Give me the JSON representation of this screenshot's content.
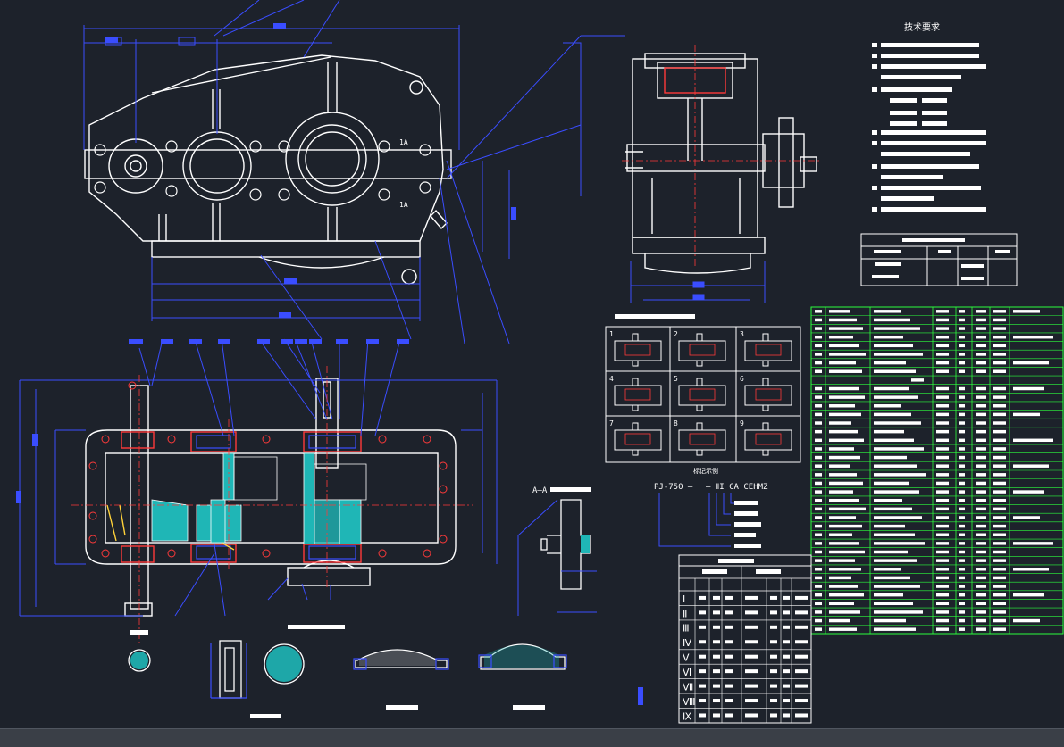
{
  "colors": {
    "background": "#1d222b",
    "outline": "#ffffff",
    "dimension": "#3a4dff",
    "table_grid": "#2cff3c",
    "table_text": "#ffffff",
    "section_fill": "#1fb6b6",
    "hidden_line": "#ffd23a",
    "bearing": "#ff3a3a",
    "statusbar": "#3a3f47"
  },
  "views": {
    "section_label": "A—A",
    "label_1A_top": "1A",
    "label_1A_bottom": "1A"
  },
  "notes": {
    "title": "技术要求"
  },
  "model_code": {
    "title": "标记示例",
    "prefix": "PJ-750 —",
    "suffix": "— ⅡI CA CEHMZ"
  },
  "ratio_table": {
    "roman_rows": [
      "Ⅰ",
      "Ⅱ",
      "Ⅲ",
      "Ⅳ",
      "Ⅴ",
      "Ⅵ",
      "Ⅶ",
      "Ⅷ",
      "Ⅸ"
    ]
  },
  "icons": [
    "ucs-icon"
  ]
}
